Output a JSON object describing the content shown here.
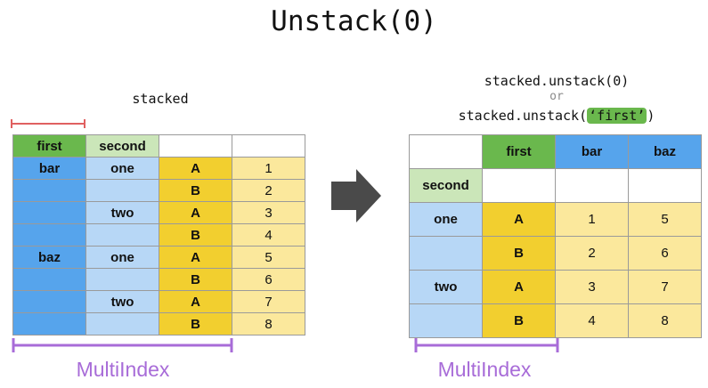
{
  "title": "Unstack(0)",
  "left": {
    "caption": "stacked",
    "headers": [
      "first",
      "second",
      "",
      ""
    ],
    "rows": [
      {
        "first": "bar",
        "second": "one",
        "label": "A",
        "value": "1"
      },
      {
        "first": "",
        "second": "",
        "label": "B",
        "value": "2"
      },
      {
        "first": "",
        "second": "two",
        "label": "A",
        "value": "3"
      },
      {
        "first": "",
        "second": "",
        "label": "B",
        "value": "4"
      },
      {
        "first": "baz",
        "second": "one",
        "label": "A",
        "value": "5"
      },
      {
        "first": "",
        "second": "",
        "label": "B",
        "value": "6"
      },
      {
        "first": "",
        "second": "two",
        "label": "A",
        "value": "7"
      },
      {
        "first": "",
        "second": "",
        "label": "B",
        "value": "8"
      }
    ],
    "multiindex_label": "MultiIndex"
  },
  "right": {
    "code_line1": "stacked.unstack(0)",
    "or_text": "or",
    "code_line2_prefix": "stacked.unstack(",
    "code_line2_arg": "‘first’",
    "code_line2_suffix": ")",
    "column_header": "first",
    "columns": [
      "bar",
      "baz"
    ],
    "index_header": "second",
    "groups": [
      {
        "second": "one",
        "rows": [
          {
            "label": "A",
            "values": [
              "1",
              "5"
            ]
          },
          {
            "label": "B",
            "values": [
              "2",
              "6"
            ]
          }
        ]
      },
      {
        "second": "two",
        "rows": [
          {
            "label": "A",
            "values": [
              "3",
              "7"
            ]
          },
          {
            "label": "B",
            "values": [
              "4",
              "8"
            ]
          }
        ]
      }
    ],
    "multiindex_label": "MultiIndex"
  },
  "colors": {
    "green": "#6ab84d",
    "light_green": "#cbe6b9",
    "blue": "#56a4ec",
    "light_blue": "#b7d7f6",
    "gold": "#f2cf2f",
    "light_yellow": "#fbe89c",
    "arrow": "#4a4a4a",
    "red_marker": "#e06060",
    "purple_bracket": "#a86cd8"
  }
}
